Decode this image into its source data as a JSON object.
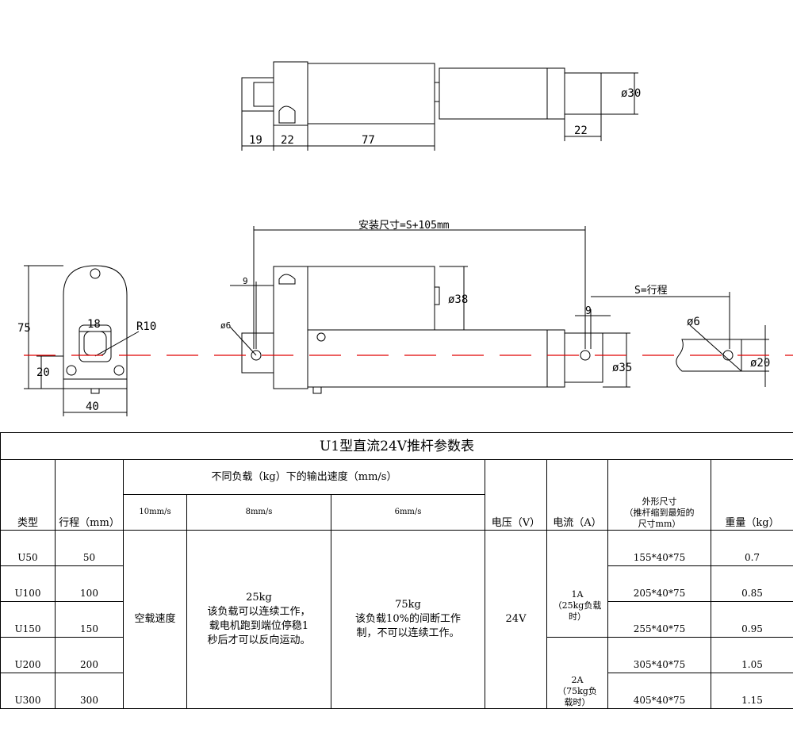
{
  "drawing": {
    "top_dims": {
      "d1": "19",
      "d2": "22",
      "d3": "77",
      "d4": "22",
      "dia": "ø30"
    },
    "side_labels": {
      "h": "75",
      "w": "40",
      "small": "20",
      "hole": "18",
      "radius": "R10"
    },
    "front_labels": {
      "install": "安装尺寸=S+105mm",
      "stroke": "S=行程",
      "offset": "9",
      "offset2": "9",
      "pin": "ø6",
      "motor_dia": "ø38",
      "tube_dia": "ø35",
      "rod_pin": "ø6",
      "rod_dia": "ø20"
    },
    "colors": {
      "line": "#000000",
      "centerline": "#e00000"
    }
  },
  "table": {
    "title": "U1型直流24V推杆参数表",
    "headers": {
      "type": "类型",
      "stroke": "行程（mm）",
      "speed_group": "不同负载（kg）下的输出速度（mm/s）",
      "speed1": "10mm/s",
      "speed2": "8mm/s",
      "speed3": "6mm/s",
      "voltage": "电压（V）",
      "current": "电流（A）",
      "size_line1": "外形尺寸",
      "size_line2": "（推杆缩到最短的",
      "size_line3": "尺寸mm）",
      "weight": "重量（kg）"
    },
    "load_noload": "空载速度",
    "load25": {
      "kg": "25kg",
      "l1": "该负载可以连续工作，",
      "l2": "载电机跑到端位停稳1",
      "l3": "秒后才可以反向运动。"
    },
    "load75": {
      "kg": "75kg",
      "l1": "该负载10%的间断工作",
      "l2": "制，不可以连续工作。"
    },
    "voltage": "24V",
    "current_a": {
      "v": "1A",
      "l1": "（25kg负载",
      "l2": "时）"
    },
    "current_b": {
      "v": "2A",
      "l1": "（75kg负",
      "l2": "载时）"
    },
    "rows": [
      {
        "type": "U50",
        "stroke": "50",
        "size": "155*40*75",
        "weight": "0.7"
      },
      {
        "type": "U100",
        "stroke": "100",
        "size": "205*40*75",
        "weight": "0.85"
      },
      {
        "type": "U150",
        "stroke": "150",
        "size": "255*40*75",
        "weight": "0.95"
      },
      {
        "type": "U200",
        "stroke": "200",
        "size": "305*40*75",
        "weight": "1.05"
      },
      {
        "type": "U300",
        "stroke": "300",
        "size": "405*40*75",
        "weight": "1.15"
      }
    ]
  }
}
